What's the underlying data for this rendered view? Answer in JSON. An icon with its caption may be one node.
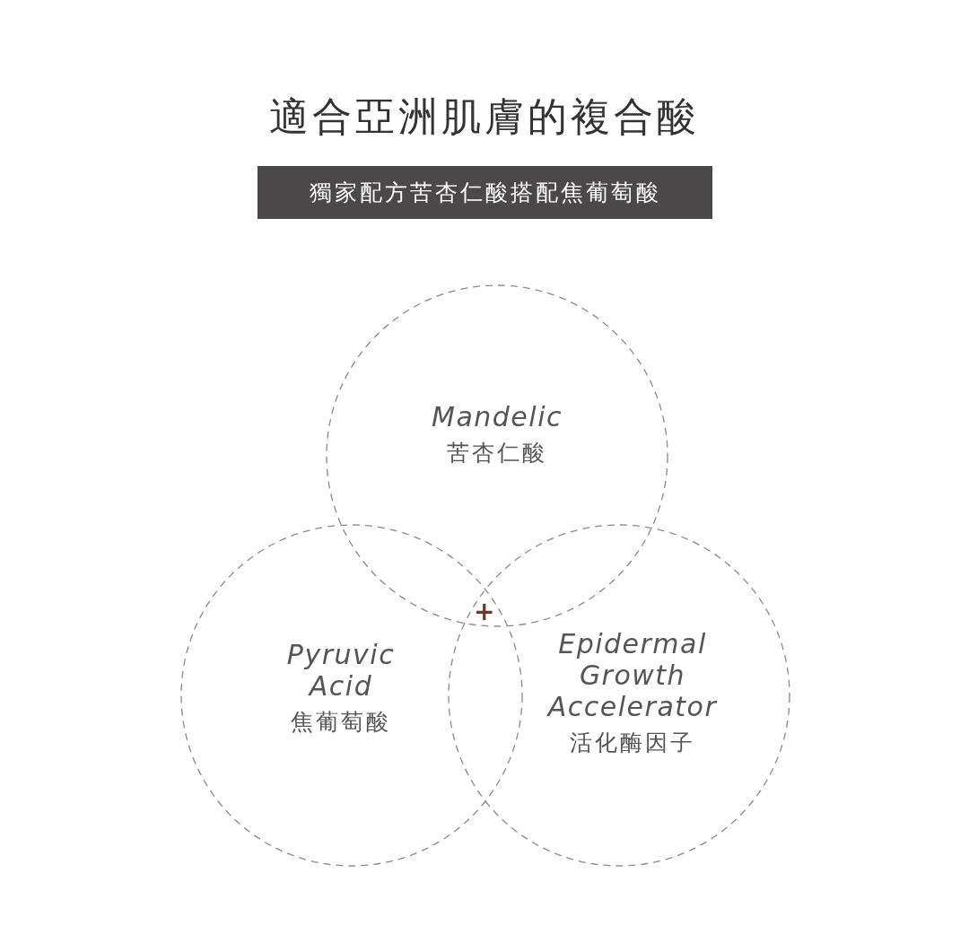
{
  "diagram": {
    "title": "適合亞洲肌膚的複合酸",
    "nodes": [
      {
        "text": [
          "獨家配方苦杏仁酸搭配焦葡萄酸"
        ]
      },
      {
        "text": [
          "Mandelic",
          "苦杏仁酸"
        ]
      },
      {
        "text": [
          "Pyruvic Acid",
          "焦葡萄酸"
        ]
      },
      {
        "text": [
          "Epidermal Growth Accelerator",
          "活化酶因子"
        ]
      }
    ],
    "labels": [
      "+"
    ]
  }
}
